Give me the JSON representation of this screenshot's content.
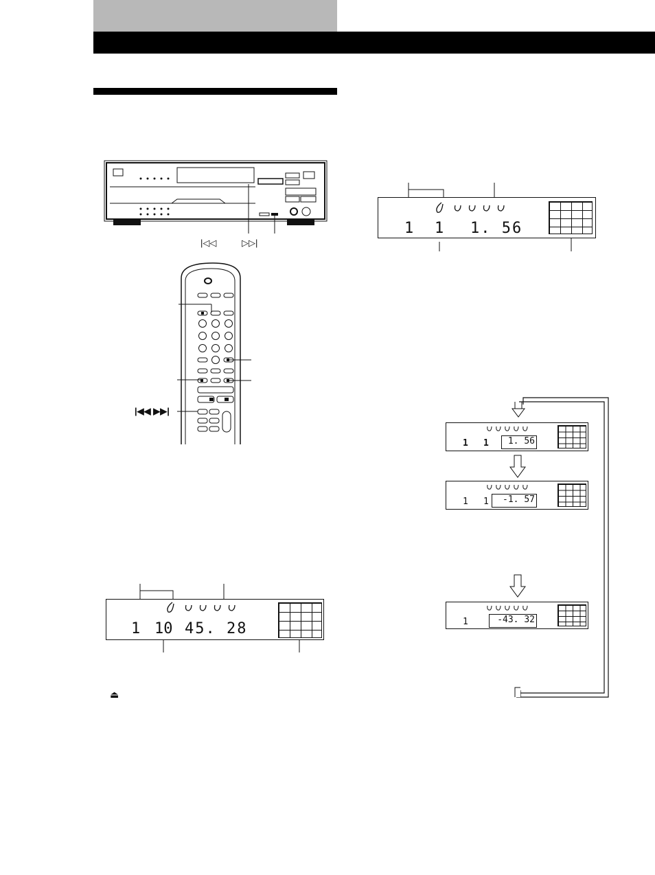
{
  "header": {
    "tab_color": "#b8b8b8",
    "bar_color": "#000000"
  },
  "player": {
    "prev_symbol": "|◁◁",
    "next_symbol": "▷▷|"
  },
  "remote": {
    "skip_symbols": "|◀◀  ▶▶|"
  },
  "display_main": {
    "disc": "1",
    "track": "1",
    "time": "1. 56"
  },
  "display_lower": {
    "disc": "1",
    "track": "10",
    "time": "45. 28"
  },
  "eject_symbol": "⏏",
  "cycle_displays": [
    {
      "disc": "1",
      "track": "1",
      "time": "1. 56"
    },
    {
      "disc": "1",
      "track": "1",
      "time": "-1. 57"
    },
    {
      "disc": "1",
      "track": "",
      "time": "-43. 32"
    }
  ]
}
